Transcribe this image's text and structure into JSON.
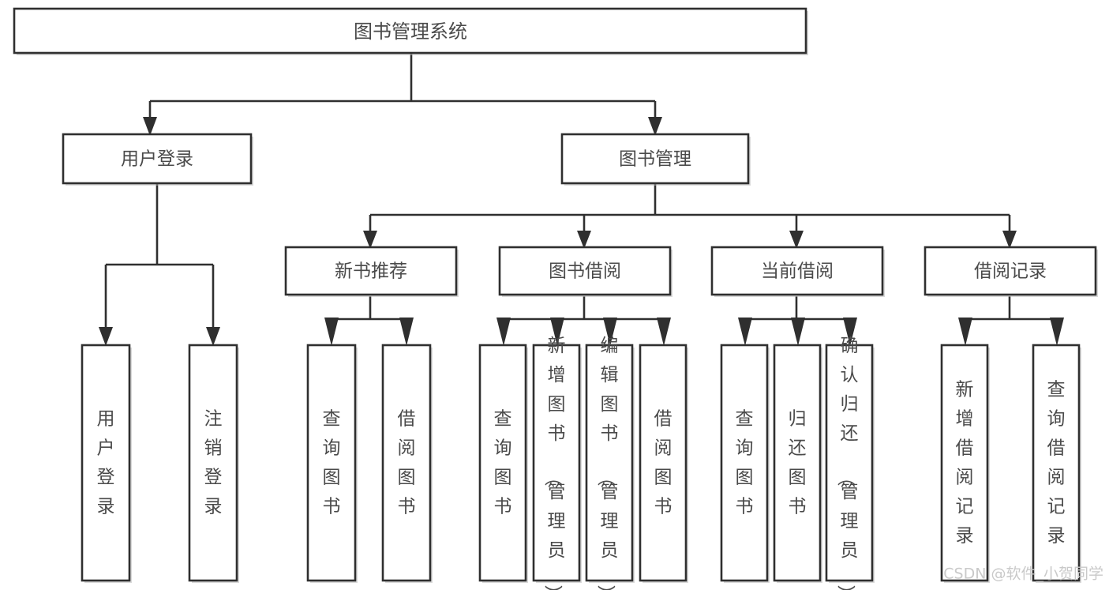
{
  "diagram": {
    "type": "tree-hierarchy",
    "title": "图书管理系统",
    "watermark": "CSDN @软件_小贺同学",
    "colors": {
      "border": "#2f2f2f",
      "fill": "#ffffff",
      "text": "#4a4a4a",
      "watermark": "#c9c9c9",
      "background": "#ffffff"
    },
    "root": {
      "label": "图书管理系统"
    },
    "level2": [
      {
        "label": "用户登录"
      },
      {
        "label": "图书管理"
      }
    ],
    "level3": [
      {
        "label": "新书推荐"
      },
      {
        "label": "图书借阅"
      },
      {
        "label": "当前借阅"
      },
      {
        "label": "借阅记录"
      }
    ],
    "leaves": {
      "user_login": [
        {
          "label": "用户登录"
        },
        {
          "label": "注销登录"
        }
      ],
      "new_book_recommend": [
        {
          "label": "查询图书"
        },
        {
          "label": "借阅图书"
        }
      ],
      "book_borrow": [
        {
          "label": "查询图书"
        },
        {
          "label": "新增图书（管理员）"
        },
        {
          "label": "编辑图书（管理员）"
        },
        {
          "label": "借阅图书"
        }
      ],
      "current_borrow": [
        {
          "label": "查询图书"
        },
        {
          "label": "归还图书"
        },
        {
          "label": "确认归还（管理员）"
        }
      ],
      "borrow_record": [
        {
          "label": "新增借阅记录"
        },
        {
          "label": "查询借阅记录"
        }
      ]
    }
  }
}
